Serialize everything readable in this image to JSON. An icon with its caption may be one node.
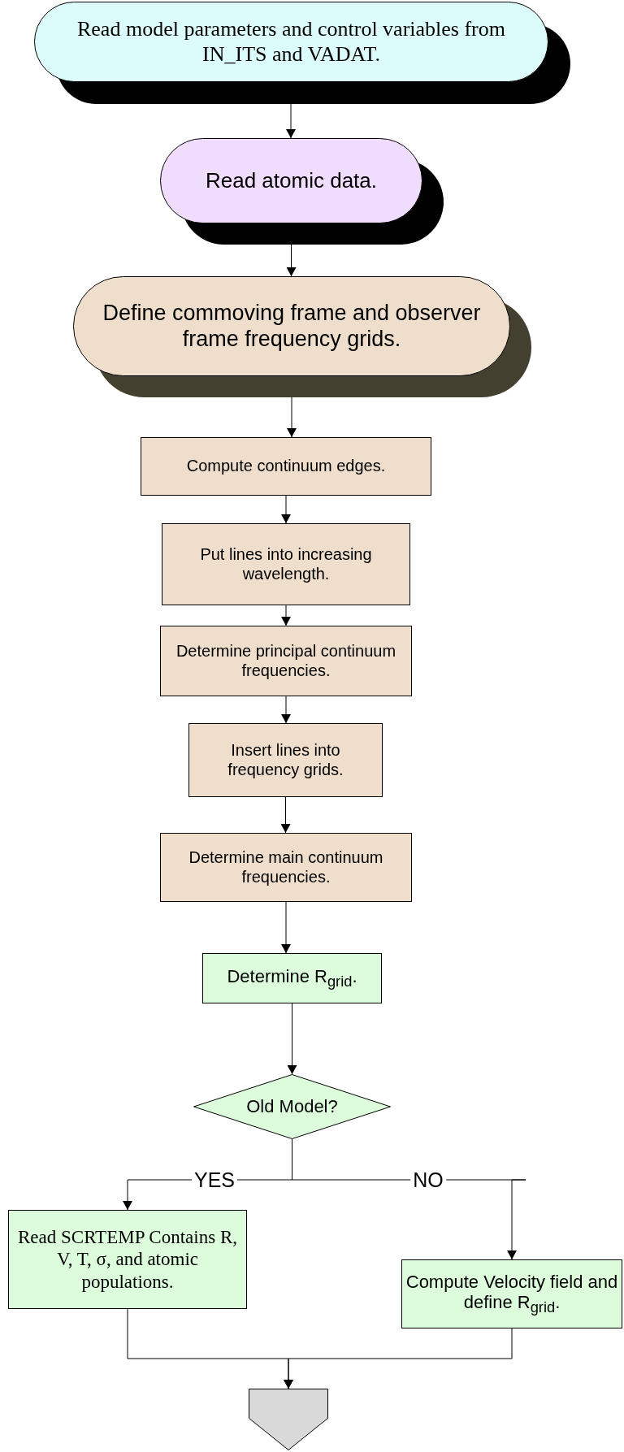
{
  "diagram": {
    "nodes": [
      {
        "text": [
          "Read model parameters and control variables from IN_ITS and VADAT."
        ]
      },
      {
        "text": [
          "Read atomic data."
        ]
      },
      {
        "text": [
          "Define commoving frame and observer frame frequency grids."
        ]
      },
      {
        "text": [
          "Compute continuum edges."
        ]
      },
      {
        "text": [
          "Put lines into increasing wavelength."
        ]
      },
      {
        "text": [
          "Determine principal continuum frequencies."
        ]
      },
      {
        "text": [
          "Insert lines into frequency grids."
        ]
      },
      {
        "text": [
          "Determine main continuum frequencies."
        ]
      },
      {
        "text": [
          "Determine R$_{grid}$."
        ]
      },
      {
        "text": [
          "Old Model?"
        ]
      },
      {
        "text": [
          "Read SCRTEMP Contains R, V, T, σ, and atomic populations."
        ]
      },
      {
        "text": [
          "Compute Velocity field and define R$_{grid}$."
        ]
      },
      {
        "text": [],
        "shape": "pentagon"
      }
    ],
    "edges": [
      {
        "from": 0,
        "to": 1,
        "arrow": "to"
      },
      {
        "from": 1,
        "to": 2,
        "arrow": "to"
      },
      {
        "from": 2,
        "to": 3,
        "arrow": "to"
      },
      {
        "from": 3,
        "to": 4,
        "arrow": "to"
      },
      {
        "from": 4,
        "to": 5,
        "arrow": "to"
      },
      {
        "from": 5,
        "to": 6,
        "arrow": "to"
      },
      {
        "from": 6,
        "to": 7,
        "arrow": "to"
      },
      {
        "from": 7,
        "to": 8,
        "arrow": "to"
      },
      {
        "from": 8,
        "to": 9,
        "arrow": "to"
      },
      {
        "from": 9,
        "to": 10,
        "arrow": "to",
        "label": "YES"
      },
      {
        "from": 9,
        "to": 11,
        "arrow": "to",
        "label": "NO"
      },
      {
        "from": 10,
        "to": 12,
        "arrow": "to"
      },
      {
        "from": 11,
        "to": 12,
        "arrow": "to"
      }
    ]
  }
}
